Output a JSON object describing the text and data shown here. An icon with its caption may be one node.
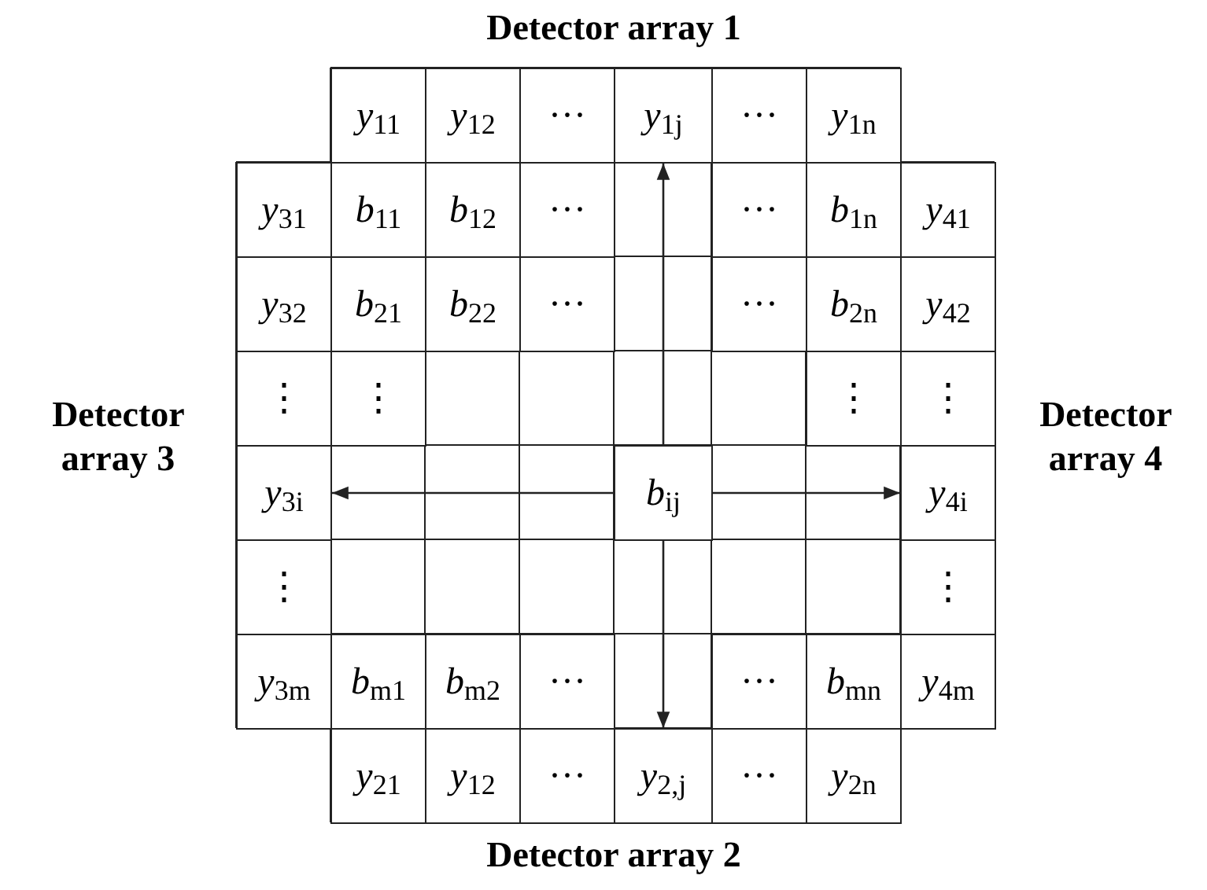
{
  "diagram": {
    "nodes": [
      {
        "text": [
          "*y*$_{11}$"
        ]
      },
      {
        "text": [
          "*y*$_{12}$"
        ]
      },
      {
        "text": [
          "···"
        ]
      },
      {
        "text": [
          "*y*$_{1j}$"
        ]
      },
      {
        "text": [
          "···"
        ]
      },
      {
        "text": [
          "*y*$_{1n}$"
        ]
      },
      {
        "text": [
          "*y*$_{31}$"
        ]
      },
      {
        "text": [
          "*b*$_{11}$"
        ]
      },
      {
        "text": [
          "*b*$_{12}$"
        ]
      },
      {
        "text": [
          "···"
        ]
      },
      {
        "text": [
          "···"
        ]
      },
      {
        "text": [
          "*b*$_{1n}$"
        ]
      },
      {
        "text": [
          "*y*$_{41}$"
        ]
      },
      {
        "text": [
          "*y*$_{32}$"
        ]
      },
      {
        "text": [
          "*b*$_{21}$"
        ]
      },
      {
        "text": [
          "*b*$_{22}$"
        ]
      },
      {
        "text": [
          "···"
        ]
      },
      {
        "text": [
          "···"
        ]
      },
      {
        "text": [
          "*b*$_{2n}$"
        ]
      },
      {
        "text": [
          "*y*$_{42}$"
        ]
      },
      {
        "text": [
          "⋮"
        ]
      },
      {
        "text": [
          "⋮"
        ]
      },
      {
        "text": [
          "⋮"
        ]
      },
      {
        "text": [
          "⋮"
        ]
      },
      {
        "text": [
          "*y*$_{3i}$"
        ]
      },
      {
        "text": [
          "*b*$_{ij}$"
        ]
      },
      {
        "text": [
          "*y*$_{4i}$"
        ]
      },
      {
        "text": [
          "⋮"
        ]
      },
      {
        "text": [
          "⋮"
        ]
      },
      {
        "text": [
          "*y*$_{3m}$"
        ]
      },
      {
        "text": [
          "*b*$_{m1}$"
        ]
      },
      {
        "text": [
          "*b*$_{m2}$"
        ]
      },
      {
        "text": [
          "···"
        ]
      },
      {
        "text": [
          "···"
        ]
      },
      {
        "text": [
          "*b*$_{mn}$"
        ]
      },
      {
        "text": [
          "*y*$_{4m}$"
        ]
      },
      {
        "text": [
          "*y*$_{21}$"
        ]
      },
      {
        "text": [
          "*y*$_{12}$"
        ]
      },
      {
        "text": [
          "···"
        ]
      },
      {
        "text": [
          "*y*$_{2,j}$"
        ]
      },
      {
        "text": [
          "···"
        ]
      },
      {
        "text": [
          "*y*$_{2n}$"
        ]
      }
    ],
    "edges": [
      {
        "from": 25,
        "to": 3,
        "arrow": "to"
      },
      {
        "from": 25,
        "to": 24,
        "arrow": "to"
      },
      {
        "from": 25,
        "to": 26,
        "arrow": "to"
      },
      {
        "from": 25,
        "to": 39,
        "arrow": "to"
      }
    ],
    "labels": [
      "Detector array 1",
      "Detector array 3",
      "Detector array 4",
      "Detector array 2"
    ]
  }
}
